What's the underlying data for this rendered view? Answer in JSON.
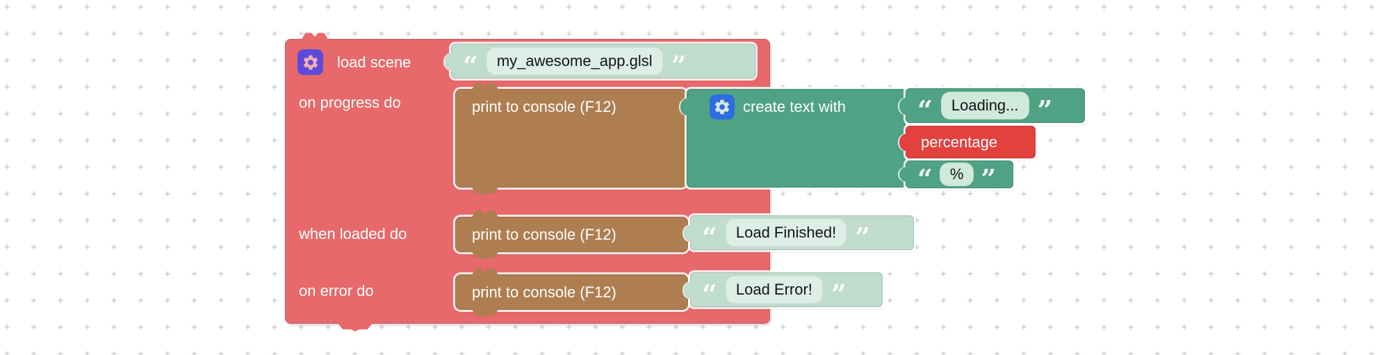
{
  "workspace": {
    "background_color": "#ffffff",
    "grid_dot_color": "#cbcbcb"
  },
  "palette": {
    "loader_block": "#e7696b",
    "print_block": "#ae7e51",
    "create_text_block": "#4fa284",
    "shadow_text_block": "#bfdccd",
    "variable_block": "#e2413e",
    "mutator_badge_purple": "#5a4bdb",
    "mutator_badge_blue": "#2e6ce2",
    "gear_glyph_pink": "#f3aeb3",
    "gear_glyph_pale": "#d5e6e0"
  },
  "blocks": {
    "load_scene": {
      "label": "load scene",
      "gear_icon": "gear",
      "rows": [
        {
          "label": "on progress do"
        },
        {
          "label": "when loaded do"
        },
        {
          "label": "on error do"
        }
      ]
    },
    "scene_file": {
      "open_quote": "“",
      "value": "my_awesome_app.glsl",
      "close_quote": "”"
    },
    "print_on_progress": {
      "label": "print to console (F12)"
    },
    "create_text": {
      "label": "create text with",
      "gear_icon": "gear"
    },
    "text_loading": {
      "open_quote": "“",
      "value": "Loading...",
      "close_quote": "”"
    },
    "variable_percentage": {
      "label": "percentage"
    },
    "text_percent": {
      "open_quote": "“",
      "value": "%",
      "close_quote": "”"
    },
    "print_when_loaded": {
      "label": "print to console (F12)"
    },
    "text_load_finished": {
      "open_quote": "“",
      "value": "Load Finished!",
      "close_quote": "”"
    },
    "print_on_error": {
      "label": "print to console (F12)"
    },
    "text_load_error": {
      "open_quote": "“",
      "value": "Load Error!",
      "close_quote": "”"
    }
  }
}
